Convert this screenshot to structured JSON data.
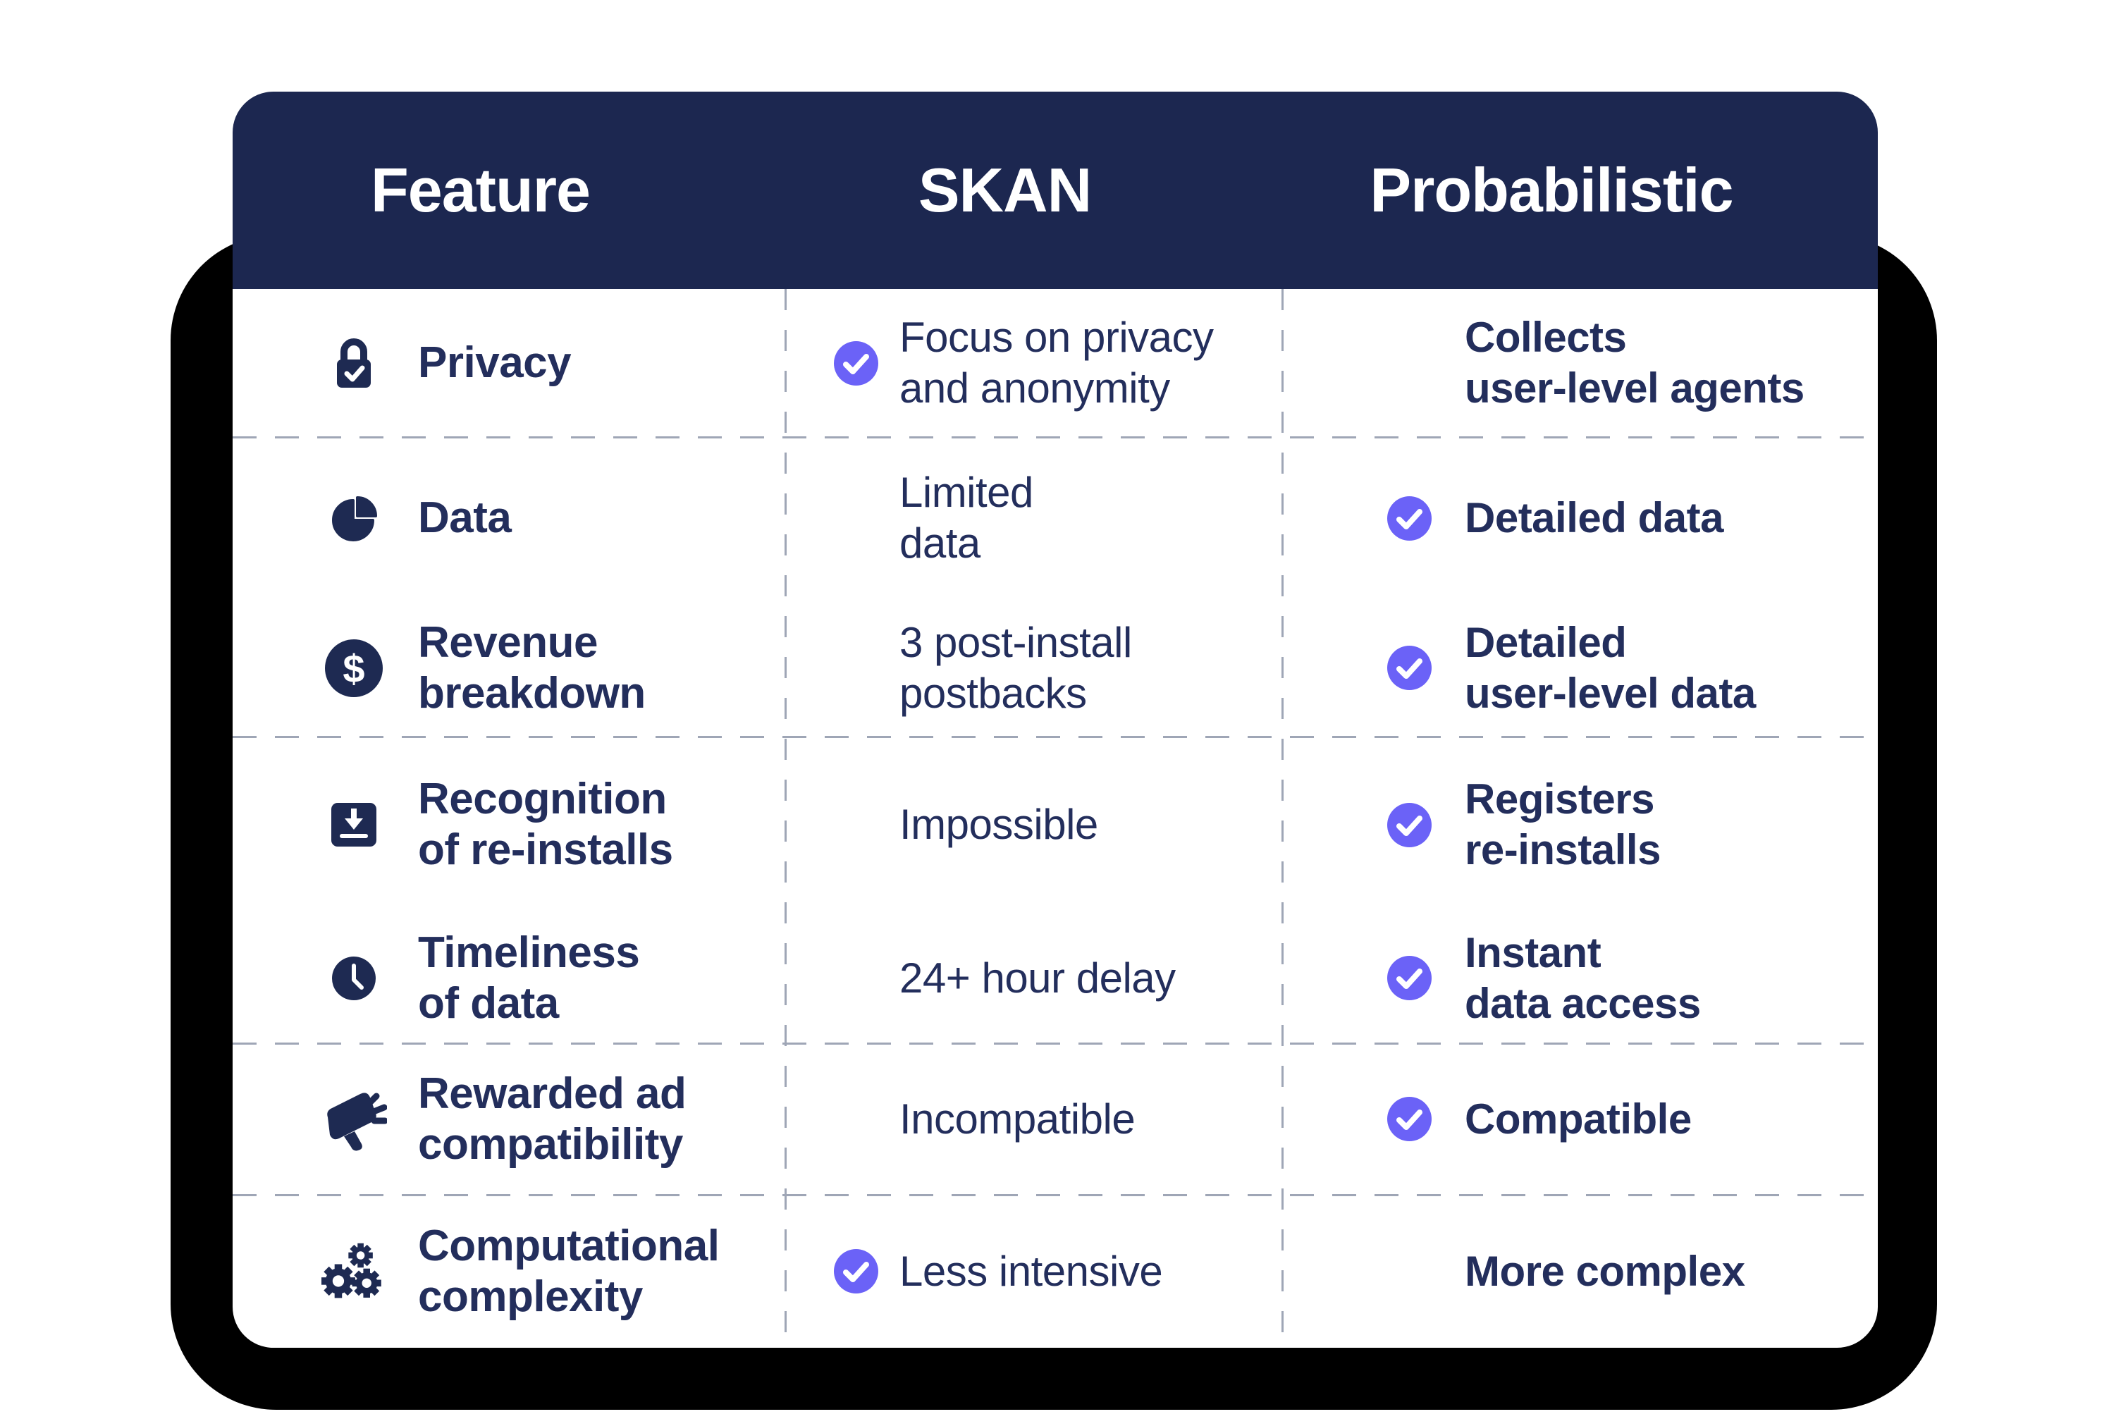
{
  "colors": {
    "header_bg": "#1C2750",
    "text_navy": "#232E5C",
    "icon_navy": "#1E2A52",
    "check_purple": "#6B62F7",
    "divider_gray": "#9FA6B6",
    "card_bg": "#FFFFFF",
    "shadow": "#000000"
  },
  "table": {
    "columns": [
      "Feature",
      "SKAN",
      "Probabilistic"
    ],
    "rows": [
      {
        "icon": "lock-check",
        "feature": [
          "Privacy"
        ],
        "skan_check": true,
        "skan": [
          "Focus on privacy",
          "and anonymity"
        ],
        "prob_check": false,
        "prob": [
          "Collects",
          "user-level agents"
        ]
      },
      {
        "icon": "pie-chart",
        "feature": [
          "Data"
        ],
        "skan_check": false,
        "skan": [
          "Limited",
          "data"
        ],
        "prob_check": true,
        "prob": [
          "Detailed data"
        ]
      },
      {
        "icon": "dollar-circle",
        "feature": [
          "Revenue",
          "breakdown"
        ],
        "skan_check": false,
        "skan": [
          "3 post-install",
          "postbacks"
        ],
        "prob_check": true,
        "prob": [
          "Detailed",
          "user-level data"
        ]
      },
      {
        "icon": "reinstall-tray",
        "feature": [
          "Recognition",
          "of re-installs"
        ],
        "skan_check": false,
        "skan": [
          "Impossible"
        ],
        "prob_check": true,
        "prob": [
          "Registers",
          "re-installs"
        ]
      },
      {
        "icon": "clock",
        "feature": [
          "Timeliness",
          "of data"
        ],
        "skan_check": false,
        "skan": [
          "24+ hour delay"
        ],
        "prob_check": true,
        "prob": [
          "Instant",
          "data access"
        ]
      },
      {
        "icon": "megaphone",
        "feature": [
          "Rewarded ad",
          "compatibility"
        ],
        "skan_check": false,
        "skan": [
          "Incompatible"
        ],
        "prob_check": true,
        "prob": [
          "Compatible"
        ]
      },
      {
        "icon": "gears",
        "feature": [
          "Computational",
          "complexity"
        ],
        "skan_check": true,
        "skan": [
          "Less intensive"
        ],
        "prob_check": false,
        "prob": [
          "More complex"
        ]
      }
    ]
  }
}
